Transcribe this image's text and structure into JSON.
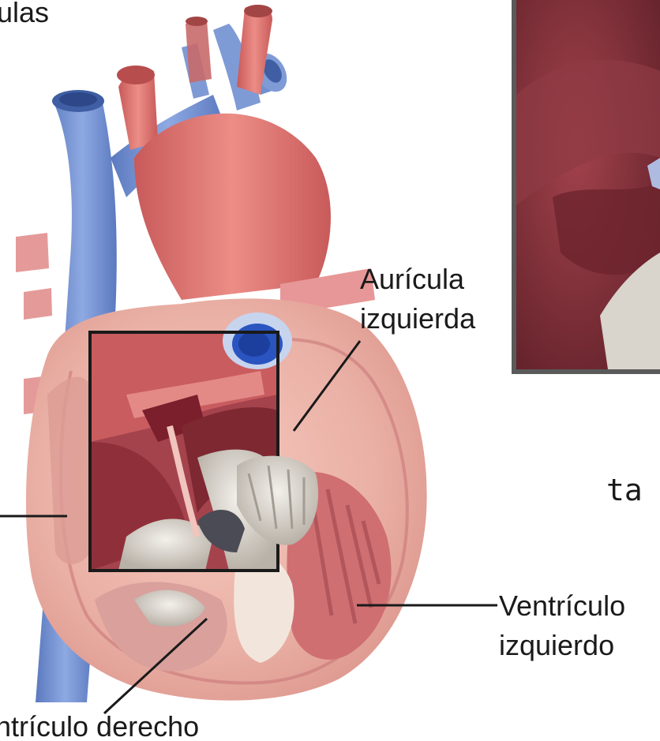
{
  "labels": {
    "top_left_fragment": "ulas",
    "left_atrium_line1": "Aurícula",
    "left_atrium_line2": "izquierda",
    "right_fragment": "ta",
    "left_ventricle_line1": "Ventrículo",
    "left_ventricle_line2": "izquierdo",
    "right_ventricle": "ntrículo derecho"
  },
  "colors": {
    "background": "#ffffff",
    "vein_blue": "#6f8fd0",
    "artery_red": "#d96e6e",
    "muscle_pink": "#efb7ac",
    "chamber_dark": "#8f2f3a",
    "valve_white": "#e7e3dc",
    "inset_bg": "#7a2e36"
  }
}
